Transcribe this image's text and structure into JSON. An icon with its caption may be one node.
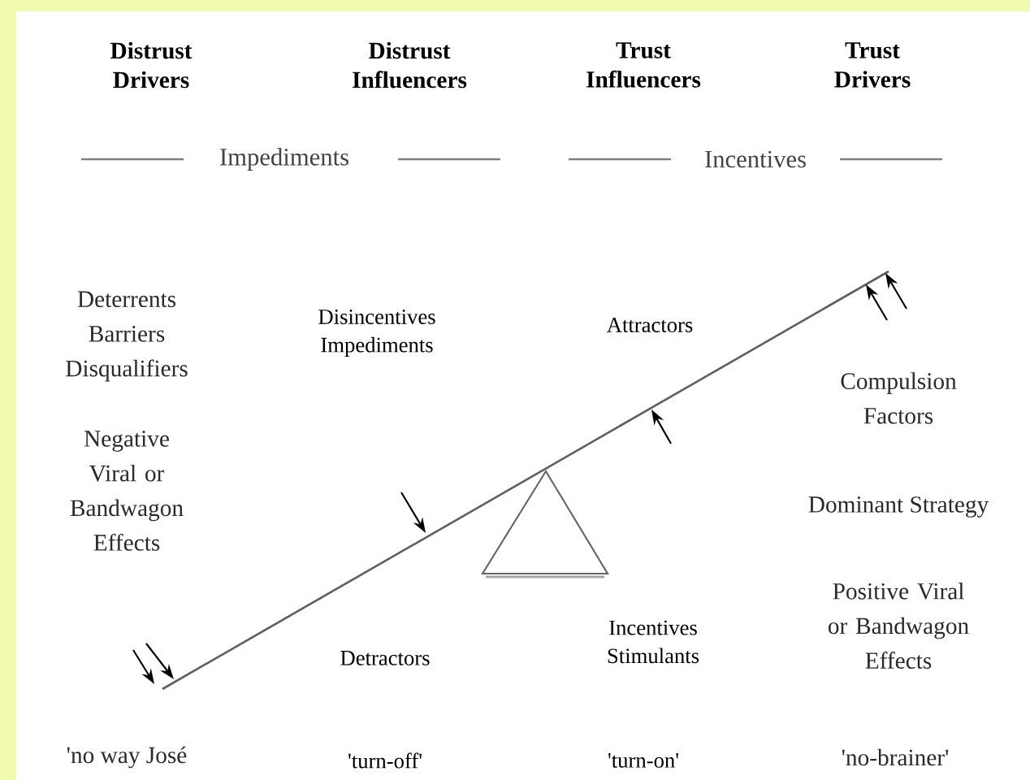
{
  "diagram": {
    "labels": [
      "Distrust Drivers",
      "Distrust Influencers",
      "Trust Influencers",
      "Trust Drivers",
      "Impediments",
      "Incentives",
      "Deterrents Barriers Disqualifiers",
      "Disincentives Impediments",
      "Attractors",
      "Compulsion Factors",
      "Negative Viral or Bandwagon Effects",
      "Dominant Strategy",
      "Detractors",
      "Incentives Stimulants",
      "Positive Viral or Bandwagon Effects",
      "'no way José",
      "'turn-off'",
      "'turn-on'",
      "'no-brainer'"
    ]
  }
}
